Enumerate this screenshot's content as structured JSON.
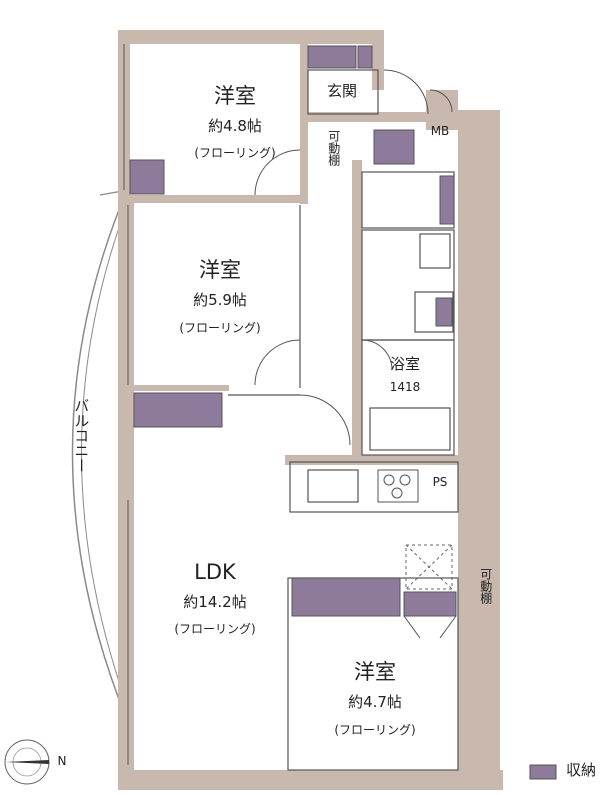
{
  "rooms": {
    "western1": {
      "name": "洋室",
      "size": "約4.8帖",
      "floor": "(フローリング)"
    },
    "western2": {
      "name": "洋室",
      "size": "約5.9帖",
      "floor": "(フローリング)"
    },
    "ldk": {
      "name": "LDK",
      "size": "約14.2帖",
      "floor": "(フローリング)"
    },
    "western3": {
      "name": "洋室",
      "size": "約4.7帖",
      "floor": "(フローリング)"
    },
    "entrance": {
      "name": "玄関"
    },
    "bath": {
      "name": "浴室",
      "size": "1418"
    }
  },
  "labels": {
    "mb": "MB",
    "ps": "PS",
    "movable_shelf_1": "可動棚",
    "movable_shelf_2": "可動棚",
    "balcony": "バルコニー"
  },
  "compass": {
    "direction": "N"
  },
  "legend": {
    "storage_label": "収納"
  },
  "colors": {
    "wall": "#c9b8ad",
    "storage": "#8e7a9a",
    "line": "#555555",
    "balcony_line": "#8a8a8a"
  }
}
